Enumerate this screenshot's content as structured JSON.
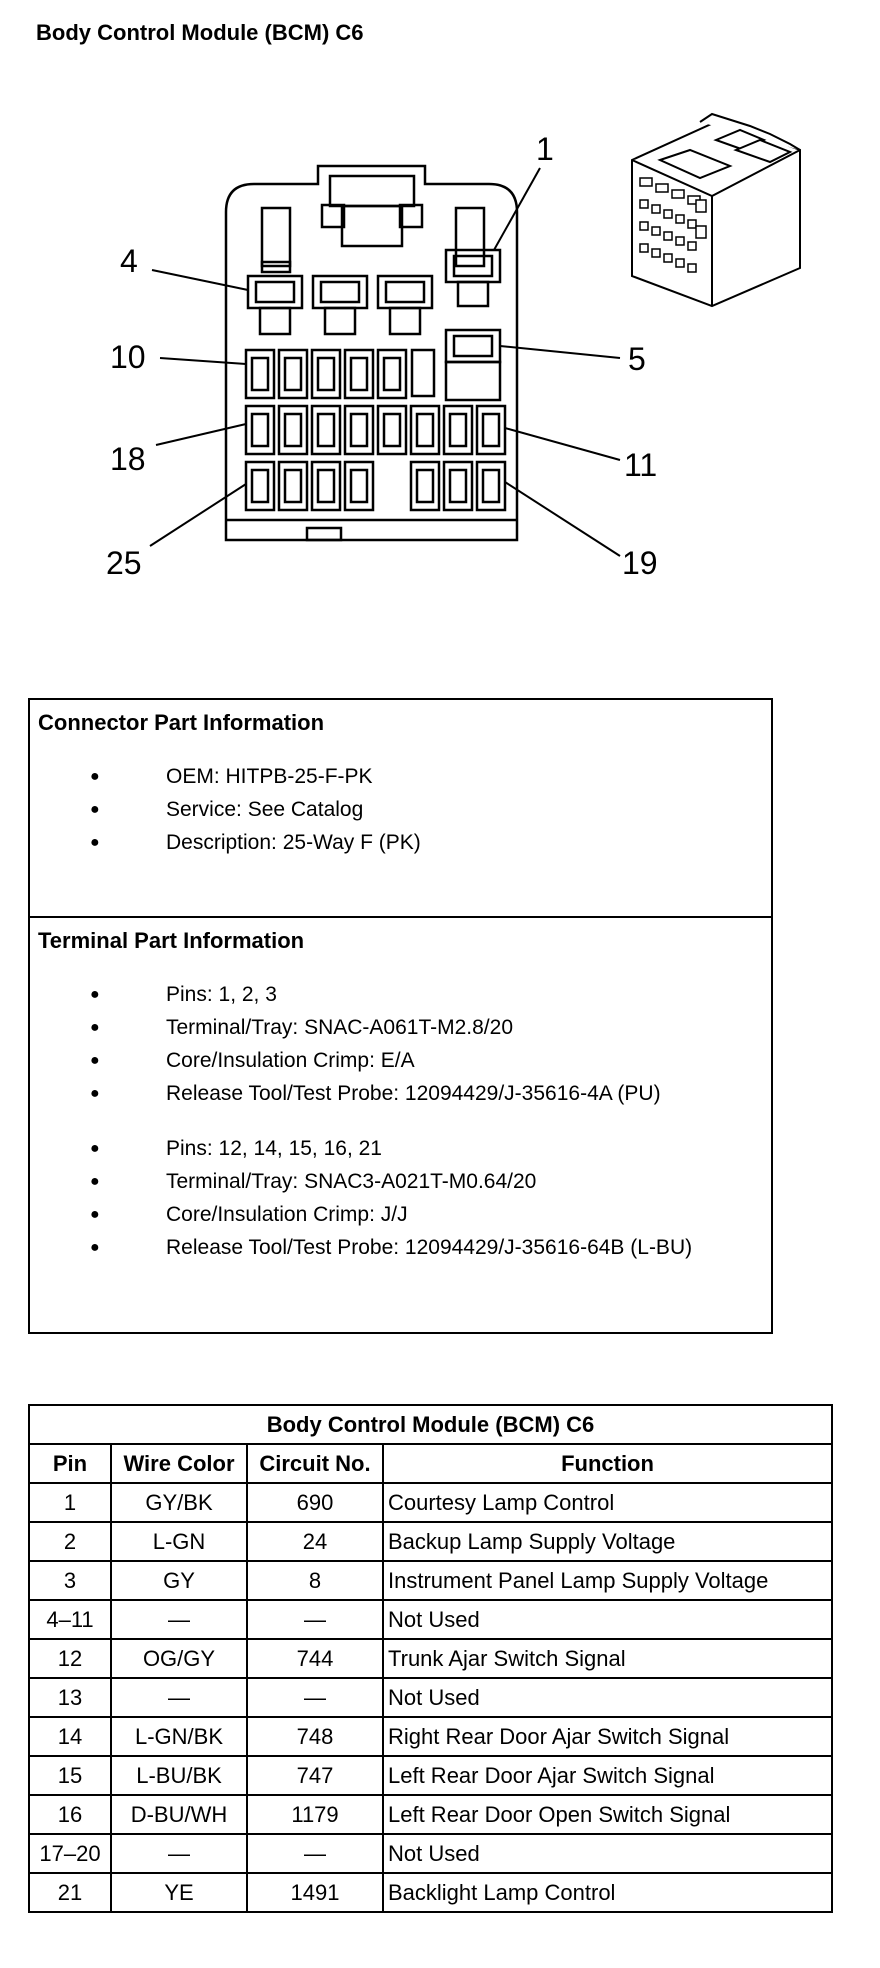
{
  "title": "Body Control Module (BCM) C6",
  "diagram": {
    "callouts": [
      "1",
      "4",
      "5",
      "10",
      "11",
      "18",
      "19",
      "25"
    ]
  },
  "connector_info": {
    "heading": "Connector Part Information",
    "items": [
      "OEM: HITPB-25-F-PK",
      "Service: See Catalog",
      "Description: 25-Way F (PK)"
    ]
  },
  "terminal_info": {
    "heading": "Terminal Part Information",
    "group1": [
      "Pins: 1, 2, 3",
      "Terminal/Tray: SNAC-A061T-M2.8/20",
      "Core/Insulation Crimp: E/A",
      "Release Tool/Test Probe: 12094429/J-35616-4A (PU)"
    ],
    "group2": [
      "Pins: 12, 14, 15, 16, 21",
      "Terminal/Tray: SNAC3-A021T-M0.64/20",
      "Core/Insulation Crimp: J/J",
      "Release Tool/Test Probe: 12094429/J-35616-64B (L-BU)"
    ]
  },
  "table": {
    "title": "Body Control Module (BCM) C6",
    "headers": [
      "Pin",
      "Wire Color",
      "Circuit No.",
      "Function"
    ],
    "rows": [
      [
        "1",
        "GY/BK",
        "690",
        "Courtesy Lamp Control"
      ],
      [
        "2",
        "L-GN",
        "24",
        "Backup Lamp Supply Voltage"
      ],
      [
        "3",
        "GY",
        "8",
        "Instrument Panel Lamp Supply Voltage"
      ],
      [
        "4–11",
        "—",
        "—",
        "Not Used"
      ],
      [
        "12",
        "OG/GY",
        "744",
        "Trunk Ajar Switch Signal"
      ],
      [
        "13",
        "—",
        "—",
        "Not Used"
      ],
      [
        "14",
        "L-GN/BK",
        "748",
        "Right Rear Door Ajar Switch Signal"
      ],
      [
        "15",
        "L-BU/BK",
        "747",
        "Left Rear Door Ajar Switch Signal"
      ],
      [
        "16",
        "D-BU/WH",
        "1179",
        "Left Rear Door Open Switch Signal"
      ],
      [
        "17–20",
        "—",
        "—",
        "Not Used"
      ],
      [
        "21",
        "YE",
        "1491",
        "Backlight Lamp Control"
      ]
    ]
  }
}
